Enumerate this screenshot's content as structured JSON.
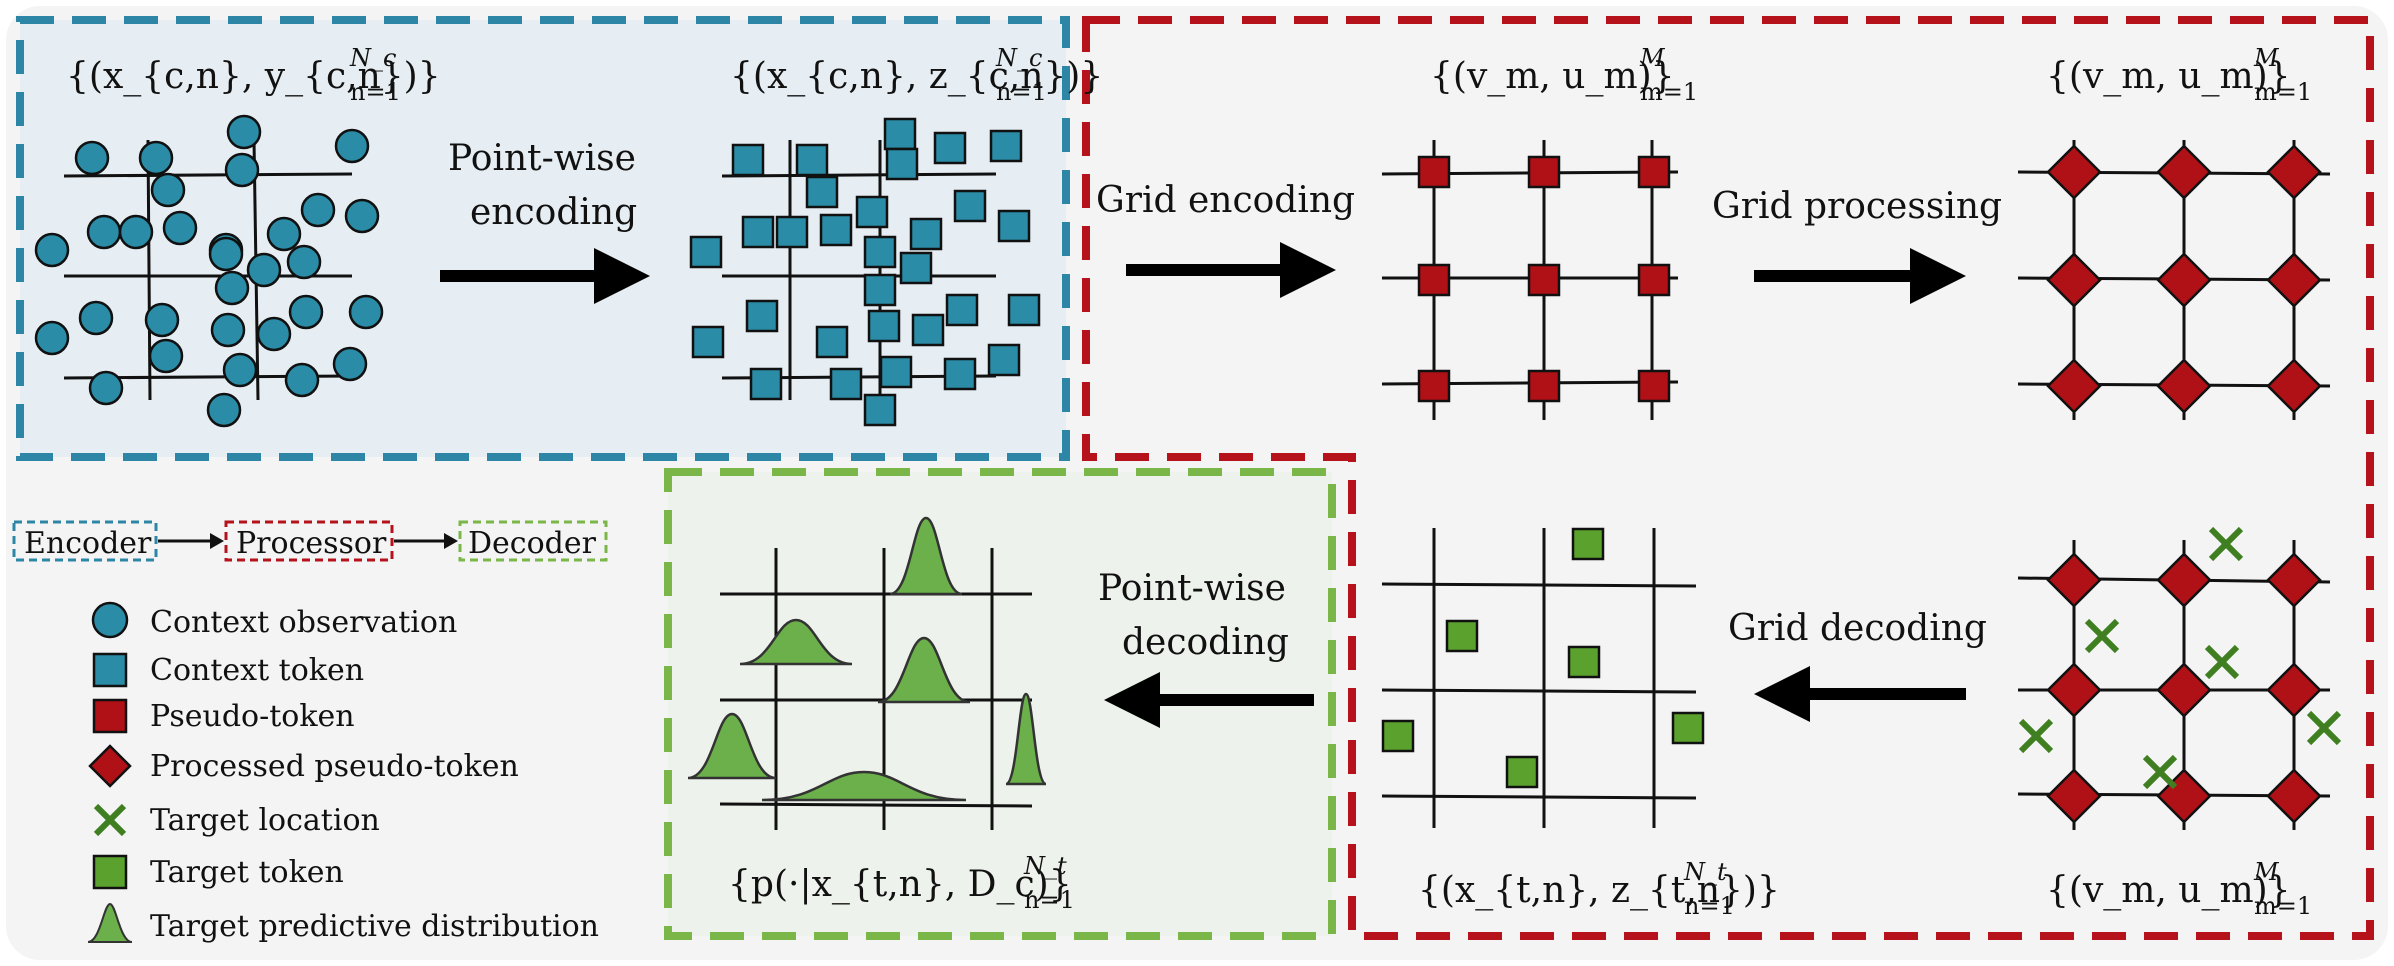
{
  "colors": {
    "encoder": "#2e86a6",
    "processor": "#b5121b",
    "decoder": "#7ab648",
    "context_fill": "#2a8ca6",
    "pseudo_fill": "#b01116",
    "target_fill": "#5aa22d",
    "target_cross": "#3f7f22",
    "encoder_bg": "#e7eef3",
    "panel_bg": "#f4f4f4"
  },
  "encoder_section": {
    "input_set": {
      "base": "{(x_{c,n}, y_{c,n})}",
      "sup": "N_c",
      "sub": "n=1"
    },
    "output_set": {
      "base": "{(x_{c,n}, z_{c,n})}",
      "sup": "N_c",
      "sub": "n=1"
    },
    "arrow_label": [
      "Point-wise",
      "encoding"
    ]
  },
  "processor_section": {
    "grid_encoding_label": "Grid encoding",
    "grid_processing_label": "Grid processing",
    "grid_decoding_label": "Grid decoding",
    "pseudo_set": {
      "base": "{(v_m, u_m)}",
      "sup": "M",
      "sub": "m=1"
    },
    "processed_set": {
      "base": "{(v_m, u_m)}",
      "sup": "M",
      "sub": "m=1"
    },
    "decode_set": {
      "base": "{(v_m, u_m)}",
      "sup": "M",
      "sub": "m=1"
    }
  },
  "decoder_section": {
    "target_token_set": {
      "base": "{(x_{t,n}, z_{t,n})}",
      "sup": "N_t",
      "sub": "n=1"
    },
    "predictive_set": {
      "base": "{p(·|x_{t,n}, D_c)}",
      "sup": "N_t",
      "sub": "n=1"
    },
    "arrow_label": [
      "Point-wise",
      "decoding"
    ]
  },
  "flow": [
    {
      "label": "Encoder"
    },
    {
      "label": "Processor"
    },
    {
      "label": "Decoder"
    }
  ],
  "legend": [
    {
      "icon": "circle",
      "label": "Context observation"
    },
    {
      "icon": "square-blue",
      "label": "Context token"
    },
    {
      "icon": "square-red",
      "label": "Pseudo-token"
    },
    {
      "icon": "diamond",
      "label": "Processed pseudo-token"
    },
    {
      "icon": "cross",
      "label": "Target location"
    },
    {
      "icon": "square-green",
      "label": "Target token"
    },
    {
      "icon": "bell",
      "label": "Target predictive distribution"
    }
  ]
}
